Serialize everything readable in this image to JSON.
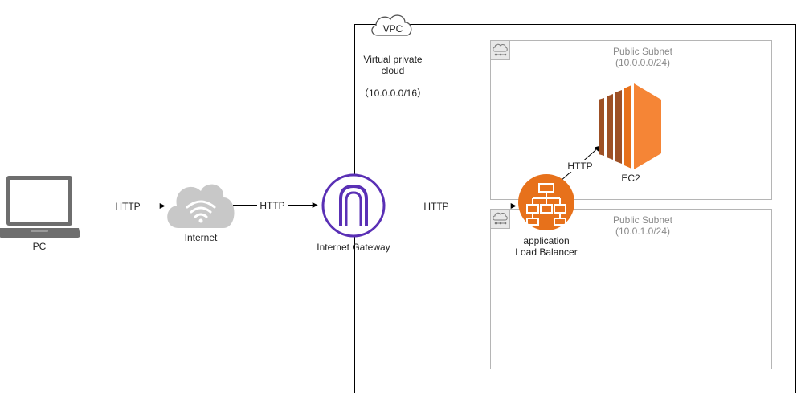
{
  "nodes": {
    "pc": {
      "label": "PC"
    },
    "internet": {
      "label": "Internet"
    },
    "gateway": {
      "label": "Internet Gateway"
    },
    "alb": {
      "label_line1": "application",
      "label_line2": "Load Balancer"
    },
    "ec2": {
      "label": "EC2"
    }
  },
  "edges": {
    "pc_internet": "HTTP",
    "internet_gateway": "HTTP",
    "gateway_alb": "HTTP",
    "alb_ec2": "HTTP"
  },
  "vpc": {
    "badge": "VPC",
    "desc_line1": "Virtual private",
    "desc_line2": "cloud",
    "cidr": "（10.0.0.0/16）"
  },
  "subnets": [
    {
      "title": "Public Subnet",
      "cidr": "(10.0.0.0/24)"
    },
    {
      "title": "Public Subnet",
      "cidr": "(10.0.1.0/24)"
    }
  ],
  "colors": {
    "aws_orange": "#E7711B",
    "gateway_purple": "#5A30B5",
    "cloud_gray": "#C8C8C8",
    "laptop_gray": "#6E6E6E",
    "subnet_border": "#B5B5B5"
  },
  "icons": [
    "laptop-icon",
    "internet-cloud-icon",
    "internet-gateway-icon",
    "load-balancer-icon",
    "ec2-icon",
    "vpc-cloud-icon",
    "subnet-icon"
  ]
}
